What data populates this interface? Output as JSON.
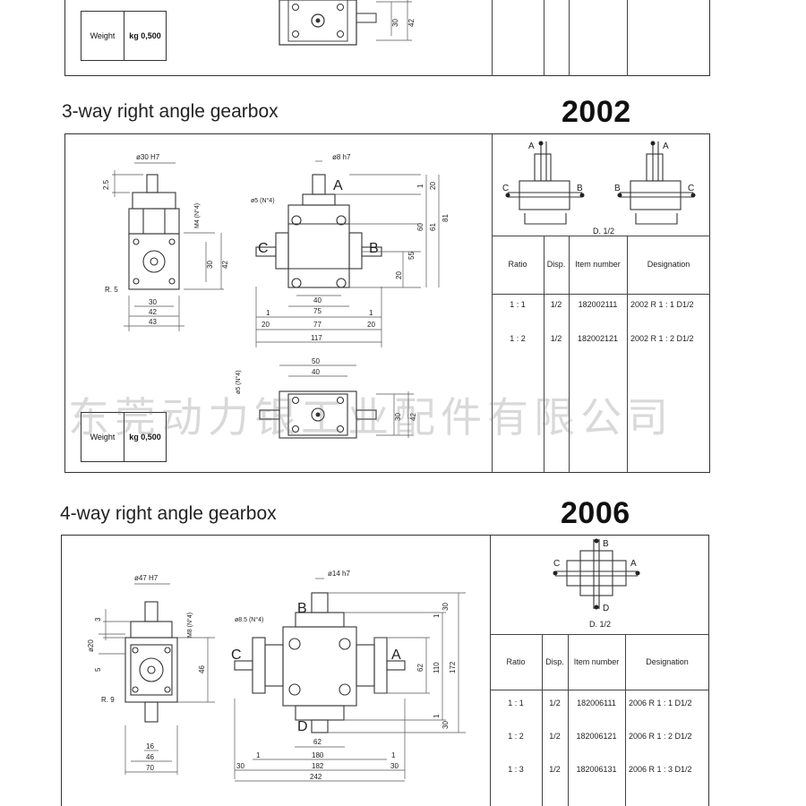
{
  "top_section": {
    "weight_label": "Weight",
    "weight_value": "kg 0,500",
    "dim_30": "30",
    "dim_42": "42"
  },
  "gearbox_2002": {
    "title": "3-way right angle gearbox",
    "model": "2002",
    "scheme_label": "D. 1/2",
    "shaft_labels": {
      "a": "A",
      "b": "B",
      "c": "C"
    },
    "dims": {
      "d30h7": "ø30 H7",
      "d8h7": "ø8 h7",
      "d5n4": "ø5 (N°4)",
      "m4n4": "M4 (N°4)",
      "r5": "R. 5",
      "v2_5": "2.5",
      "v30": "30",
      "v42": "42",
      "h30": "30",
      "h42": "42",
      "h43": "43",
      "h40": "40",
      "h75": "75",
      "h1": "1",
      "h20": "20",
      "h77": "77",
      "h117": "117",
      "v20": "20",
      "v60": "60",
      "v61": "61",
      "v81": "81",
      "v55": "55",
      "v1": "1",
      "b50": "50",
      "b40": "40",
      "b30": "30",
      "b42": "42"
    },
    "table": {
      "headers": [
        "Ratio",
        "Disp.",
        "Item number",
        "Designation"
      ],
      "rows": [
        [
          "1 : 1",
          "1/2",
          "182002111",
          "2002 R 1 : 1 D1/2"
        ],
        [
          "1 : 2",
          "1/2",
          "182002121",
          "2002 R 1 : 2 D1/2"
        ]
      ]
    },
    "weight_label": "Weight",
    "weight_value": "kg 0,500"
  },
  "gearbox_2006": {
    "title": "4-way right angle gearbox",
    "model": "2006",
    "scheme_label": "D. 1/2",
    "shaft_labels": {
      "a": "A",
      "b": "B",
      "c": "C",
      "d": "D"
    },
    "dims": {
      "d47h7": "ø47 H7",
      "d14h7": "ø14 h7",
      "d8_5n4": "ø8.5 (N°4)",
      "m8n4": "M8 (N°4)",
      "d20": "ø20",
      "v3": "3",
      "v5": "5",
      "v46": "46",
      "r9": "R. 9",
      "h16": "16",
      "h46": "46",
      "h70": "70",
      "h62": "62",
      "h1": "1",
      "h180": "180",
      "h30": "30",
      "h182": "182",
      "h242": "242",
      "v30": "30",
      "v62": "62",
      "v110": "110",
      "v172": "172",
      "v1": "1"
    },
    "table": {
      "headers": [
        "Ratio",
        "Disp.",
        "Item number",
        "Designation"
      ],
      "rows": [
        [
          "1 : 1",
          "1/2",
          "182006111",
          "2006 R 1 : 1 D1/2"
        ],
        [
          "1 : 2",
          "1/2",
          "182006121",
          "2006 R 1 : 2 D1/2"
        ],
        [
          "1 : 3",
          "1/2",
          "182006131",
          "2006 R 1 : 3 D1/2"
        ]
      ]
    }
  },
  "watermark": "东莞动力银工业配件有限公司"
}
